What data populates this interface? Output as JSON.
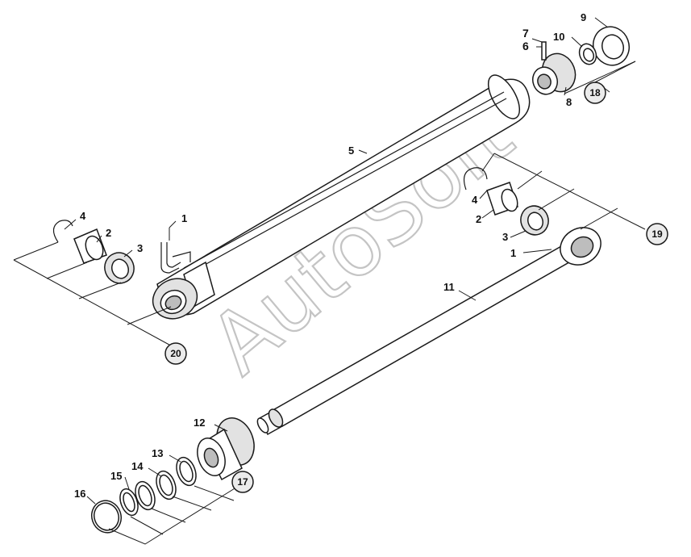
{
  "watermark": "AutoSoft",
  "callouts": {
    "p1a": "1",
    "p1b": "1",
    "p2a": "2",
    "p2b": "2",
    "p3a": "3",
    "p3b": "3",
    "p4a": "4",
    "p4b": "4",
    "p5": "5",
    "p6": "6",
    "p7": "7",
    "p8": "8",
    "p9": "9",
    "p10": "10",
    "p11": "11",
    "p12": "12",
    "p13": "13",
    "p14": "14",
    "p15": "15",
    "p16": "16"
  },
  "groups": {
    "g17": "17",
    "g18": "18",
    "g19": "19",
    "g20": "20"
  }
}
